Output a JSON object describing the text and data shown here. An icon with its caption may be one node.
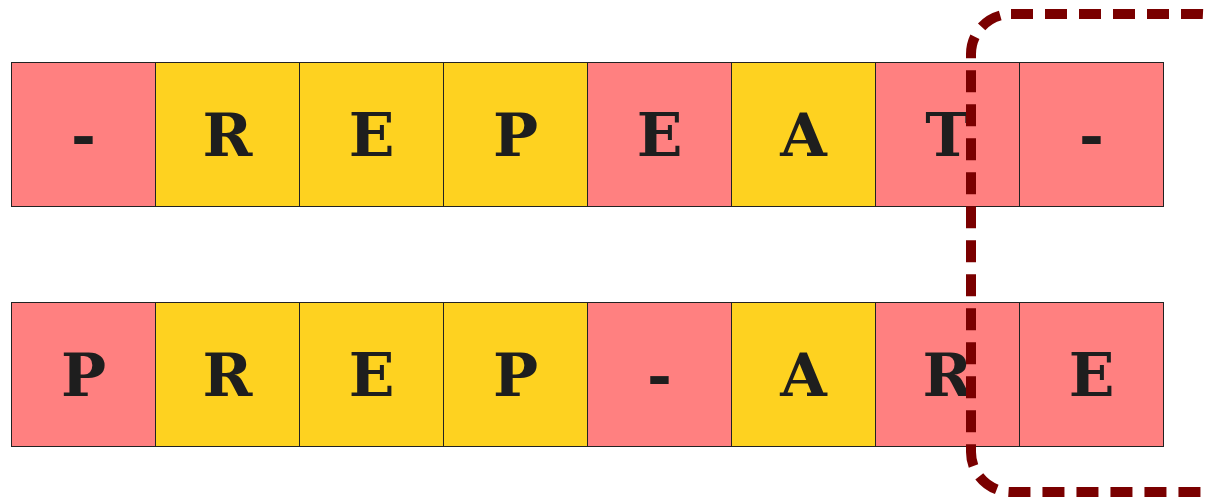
{
  "diagram": {
    "nodes": [
      {
        "text": [
          "-"
        ]
      },
      {
        "text": [
          "R"
        ]
      },
      {
        "text": [
          "E"
        ]
      },
      {
        "text": [
          "P"
        ]
      },
      {
        "text": [
          "E"
        ]
      },
      {
        "text": [
          "A"
        ]
      },
      {
        "text": [
          "T"
        ]
      },
      {
        "text": [
          "-"
        ]
      },
      {
        "text": [
          "P"
        ]
      },
      {
        "text": [
          "R"
        ]
      },
      {
        "text": [
          "E"
        ]
      },
      {
        "text": [
          "P"
        ]
      },
      {
        "text": [
          "-"
        ]
      },
      {
        "text": [
          "A"
        ]
      },
      {
        "text": [
          "R"
        ]
      },
      {
        "text": [
          "E"
        ]
      }
    ]
  }
}
